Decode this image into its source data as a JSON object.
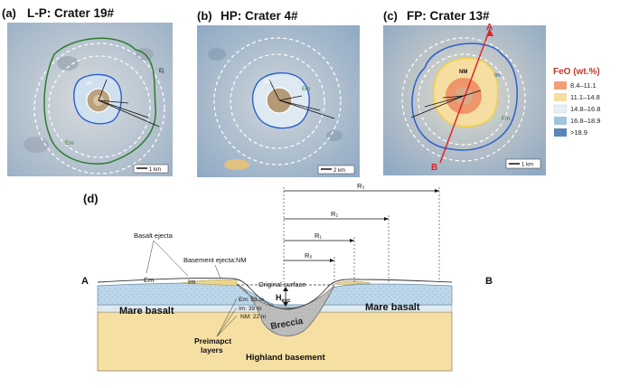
{
  "panels": [
    {
      "letter": "(a)",
      "title": "L-P: Crater 19#",
      "scale": "1 km",
      "units": [
        "Ej",
        "Im",
        "Em"
      ]
    },
    {
      "letter": "(b)",
      "title": "HP: Crater 4#",
      "scale": "2 km",
      "units": [
        "Im",
        "Em"
      ]
    },
    {
      "letter": "(c)",
      "title": "FP: Crater 13#",
      "scale": "1 km",
      "units": [
        "NM",
        "Im",
        "Em"
      ],
      "profile_ends": [
        "A",
        "B"
      ]
    }
  ],
  "legend": {
    "title": "FeO (wt.%)",
    "items": [
      {
        "label": "8.4–11.1",
        "color": "#f0a077"
      },
      {
        "label": "11.1–14.8",
        "color": "#f6dda2"
      },
      {
        "label": "14.8–16.8",
        "color": "#e8f0f5"
      },
      {
        "label": "16.8–18.9",
        "color": "#9fc4de"
      },
      {
        "label": ">18.9",
        "color": "#5a87b8"
      }
    ]
  },
  "cross_section": {
    "letter": "(d)",
    "end_left": "A",
    "end_right": "B",
    "radii": [
      "R₃",
      "R₂",
      "R₁",
      "R₀"
    ],
    "labels": {
      "basalt_ejecta": "Basalt ejecta",
      "basement_ejecta": "Basement ejecta:NM",
      "em": "Em",
      "im": "Im",
      "original_surface": "Original surface",
      "hexc": "H",
      "hexc_sub": "exc",
      "mare_basalt_left": "Mare basalt",
      "mare_basalt_right": "Mare basalt",
      "breccia": "Breccia",
      "preimpact_line1": "Preimapct",
      "preimpact_line2": "layers",
      "highland": "Highland basement",
      "depth_em": "Em: 53 m",
      "depth_im": "Im: 39 m",
      "depth_nm": "NM: 22 m"
    }
  },
  "colors": {
    "ej_contour": "#2f7a2f",
    "im_contour": "#2d5fd0",
    "nm_contour": "#f1d23a",
    "profile_line": "#e0242a",
    "basalt": "#bcd6ea",
    "highland": "#f6dfa3",
    "breccia": "#bdbdbd"
  }
}
